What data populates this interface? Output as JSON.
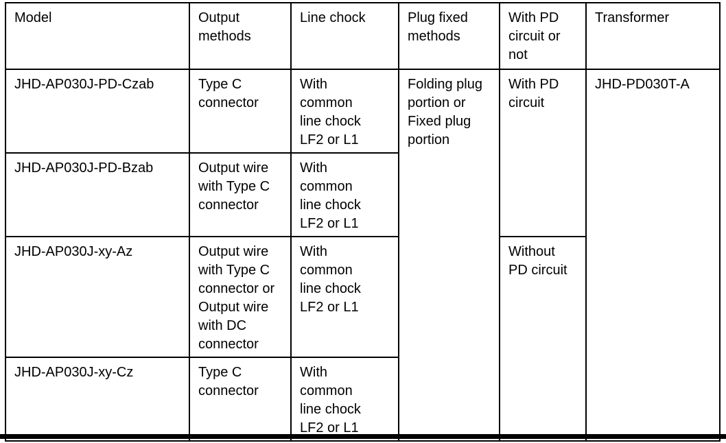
{
  "page": {
    "background_color": "#ffffff",
    "text_color": "#000000",
    "border_color": "#000000"
  },
  "table": {
    "headers": {
      "model": "Model",
      "output_methods": "Output\nmethods",
      "line_chock": "Line chock",
      "plug_fixed_methods": "Plug fixed\nmethods",
      "pd_circuit": "With PD\ncircuit or\nnot",
      "transformer": "Transformer"
    },
    "rows": [
      {
        "model": "JHD-AP030J-PD-Czab",
        "output_methods": "Type C\nconnector",
        "line_chock": "With\ncommon\nline chock\nLF2 or L1"
      },
      {
        "model": "JHD-AP030J-PD-Bzab",
        "output_methods": "Output wire\nwith Type C\nconnector",
        "line_chock": "With\ncommon\nline chock\nLF2 or L1"
      },
      {
        "model": "JHD-AP030J-xy-Az",
        "output_methods": "Output wire\nwith Type C\nconnector or\nOutput wire\nwith DC\nconnector",
        "line_chock": "With\ncommon\nline chock\nLF2 or L1"
      },
      {
        "model": "JHD-AP030J-xy-Cz",
        "output_methods": "Type C\nconnector",
        "line_chock": "With\ncommon\nline chock\nLF2 or L1"
      }
    ],
    "merged": {
      "plug_fixed_methods": "Folding plug\nportion or\nFixed plug\nportion",
      "with_pd": "With PD\ncircuit",
      "without_pd": "Without\nPD circuit",
      "transformer": "JHD-PD030T-A"
    }
  }
}
